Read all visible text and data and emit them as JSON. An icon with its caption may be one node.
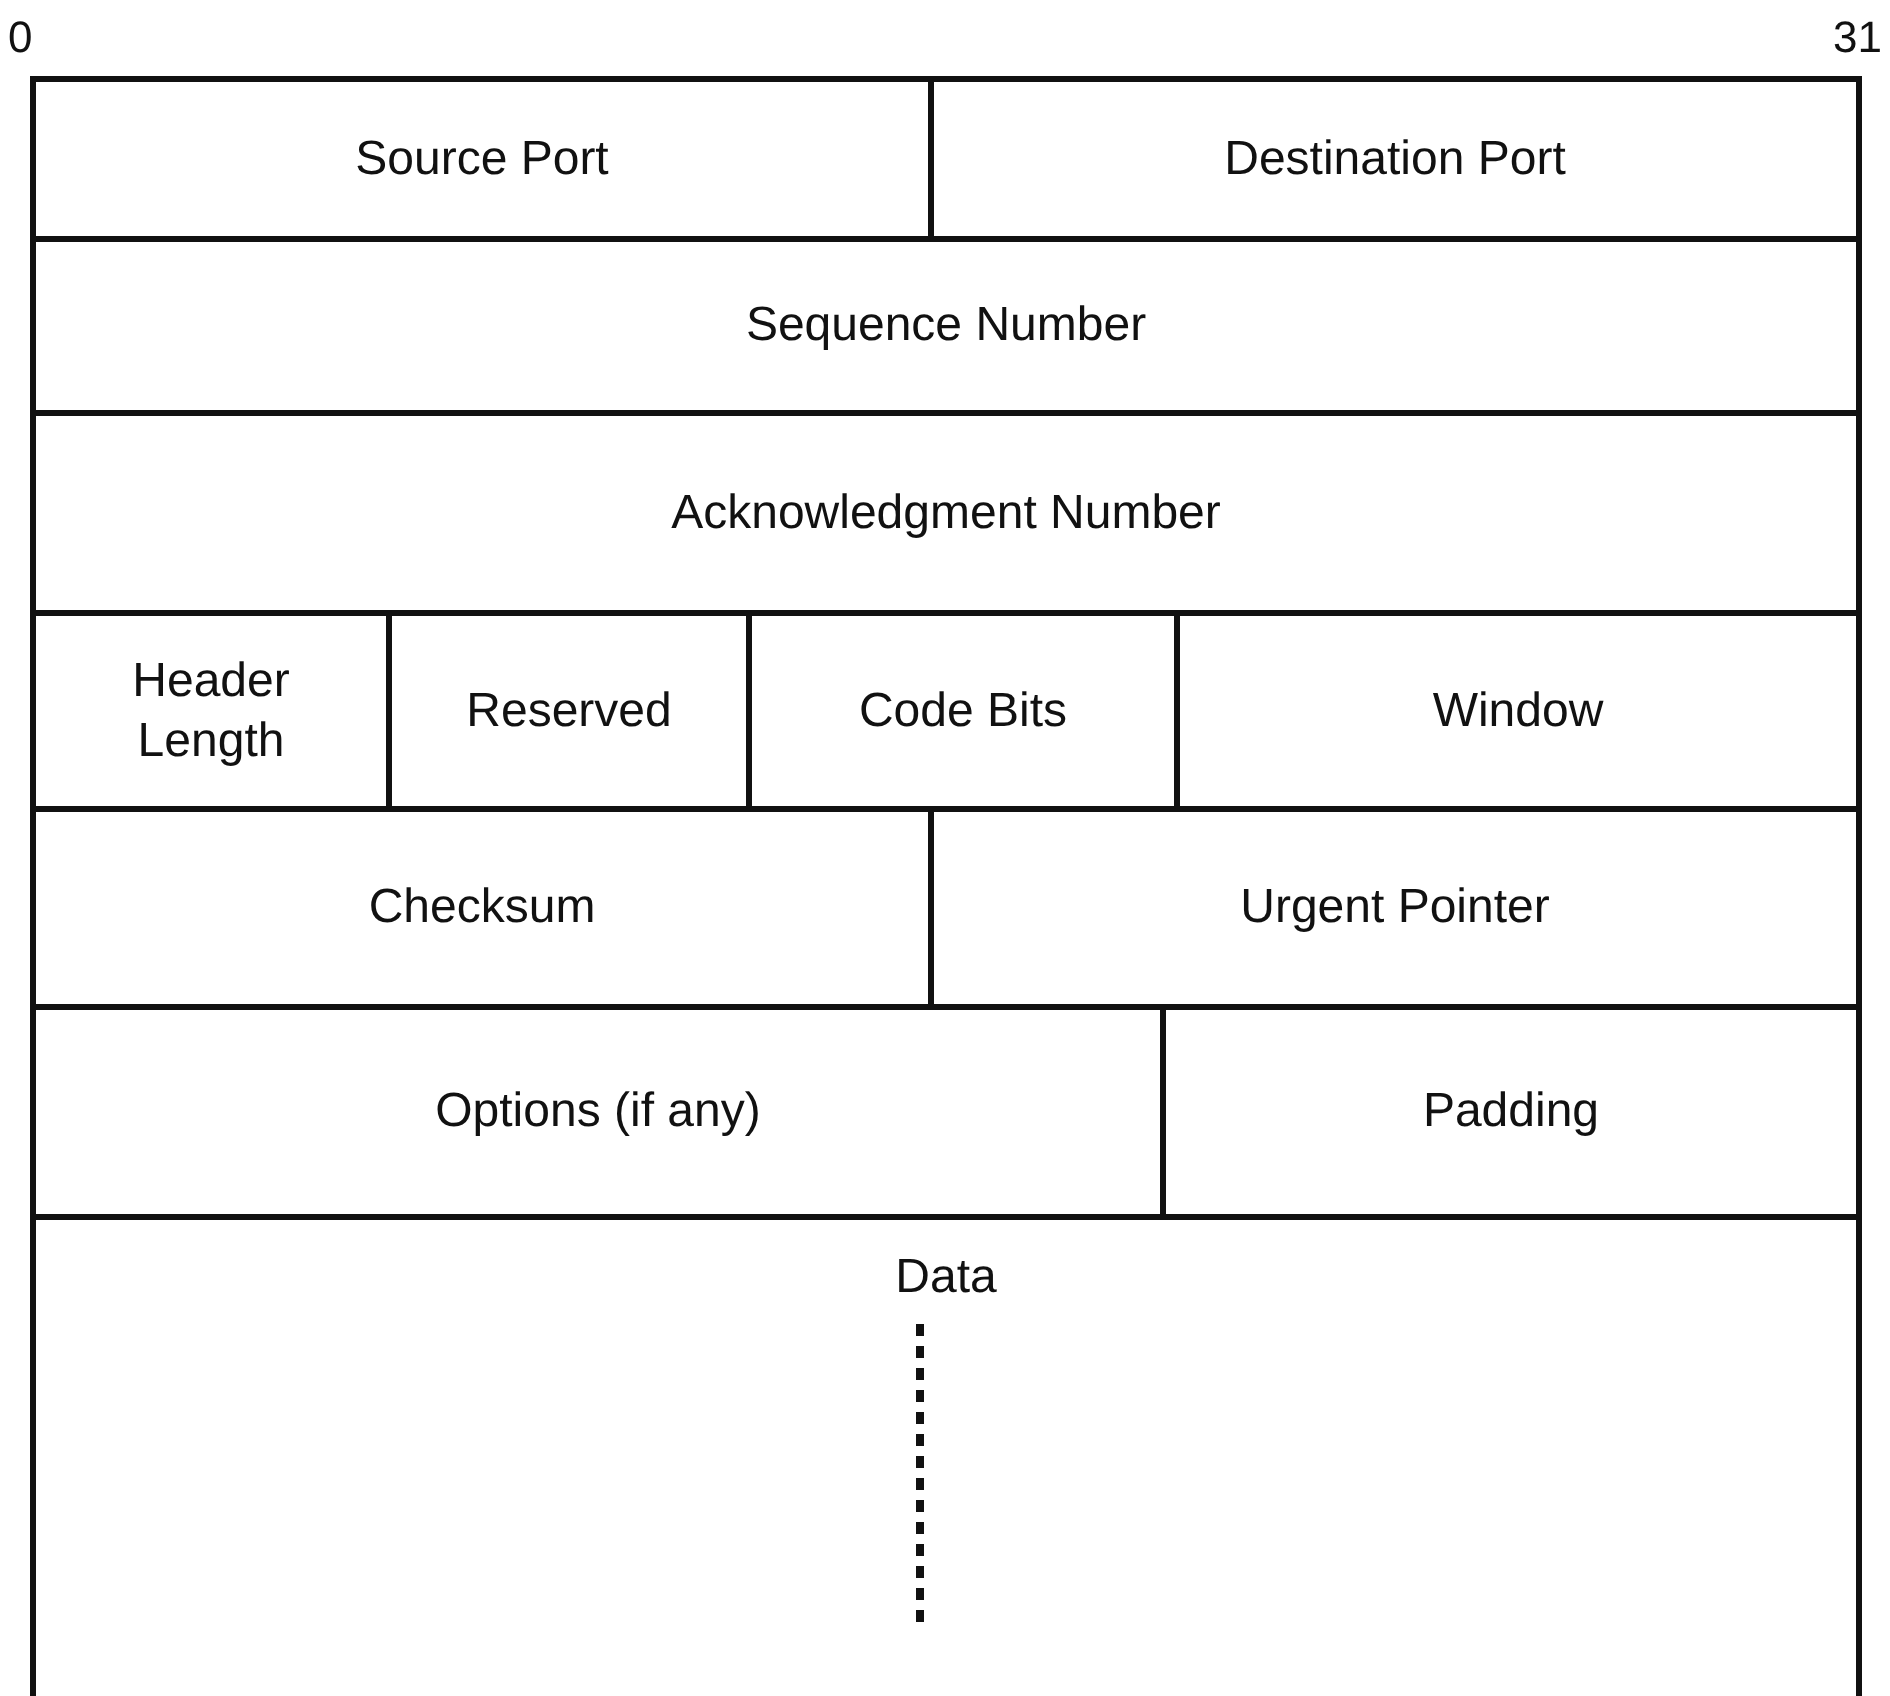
{
  "diagram": {
    "nodes": [
      {
        "text": [
          "Source Port"
        ]
      },
      {
        "text": [
          "Destination Port"
        ]
      },
      {
        "text": [
          "Sequence Number"
        ]
      },
      {
        "text": [
          "Acknowledgment Number"
        ]
      },
      {
        "text": [
          "Header Length"
        ]
      },
      {
        "text": [
          "Reserved"
        ]
      },
      {
        "text": [
          "Code Bits"
        ]
      },
      {
        "text": [
          "Window"
        ]
      },
      {
        "text": [
          "Checksum"
        ]
      },
      {
        "text": [
          "Urgent Pointer"
        ]
      },
      {
        "text": [
          "Options (if any)"
        ]
      },
      {
        "text": [
          "Padding"
        ]
      },
      {
        "text": [
          "Data"
        ]
      }
    ],
    "edges": [],
    "labels": [
      "0",
      "31"
    ]
  }
}
